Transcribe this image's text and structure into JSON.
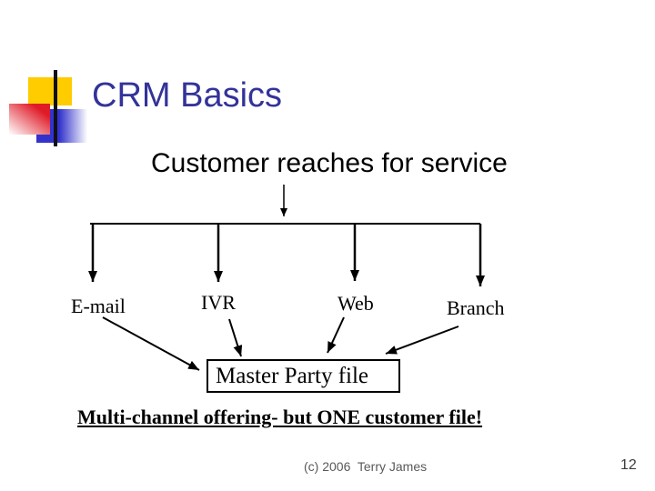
{
  "slide": {
    "title": "CRM Basics",
    "subtitle": "Customer reaches for service",
    "channels": [
      "E-mail",
      "IVR",
      "Web",
      "Branch"
    ],
    "convergence_box_label": "Master Party file",
    "statement": "Multi-channel offering- but ONE customer file!",
    "footer": {
      "copyright": "(c) 2006  Terry James",
      "page_number": "12"
    },
    "colors": {
      "title_text": "#333399",
      "logo_yellow": "#FFCC00",
      "logo_red": "#E01B28",
      "logo_blue": "#3333CC",
      "diagram_stroke": "#000000",
      "footer_text": "#595959"
    }
  }
}
